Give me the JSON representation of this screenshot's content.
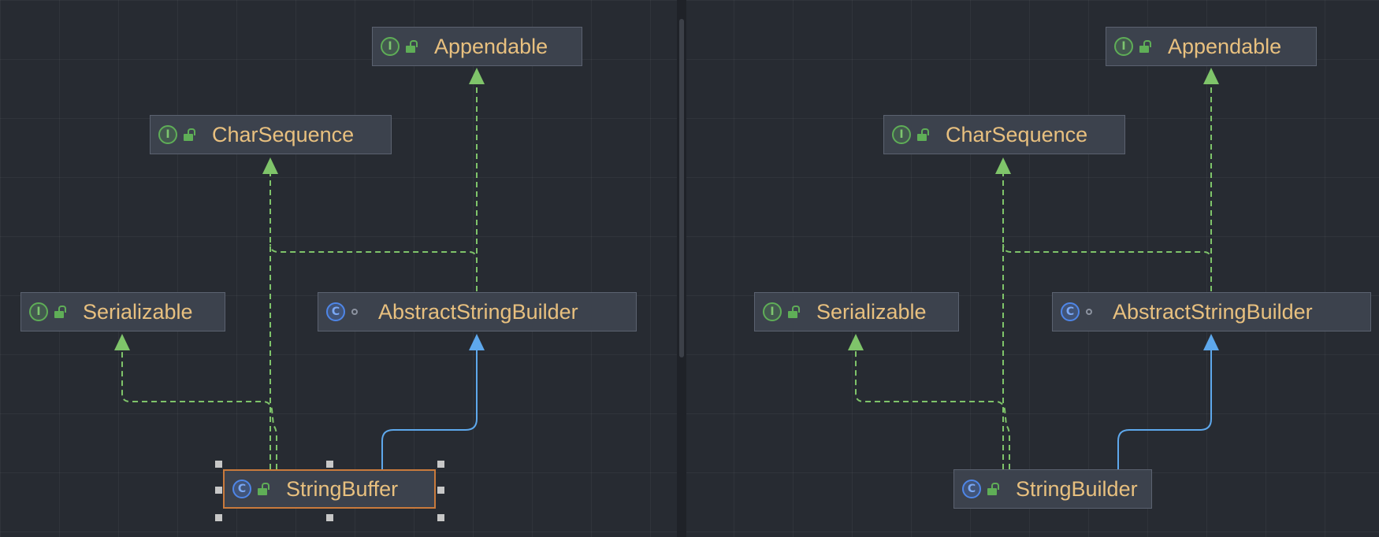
{
  "panes": {
    "left": {
      "nodes": {
        "appendable": {
          "kind": "interface",
          "badge": "I",
          "icon": "public-lock-icon",
          "label": "Appendable"
        },
        "charsequence": {
          "kind": "interface",
          "badge": "I",
          "icon": "public-lock-icon",
          "label": "CharSequence"
        },
        "serializable": {
          "kind": "interface",
          "badge": "I",
          "icon": "public-lock-icon",
          "label": "Serializable"
        },
        "abstractstringbuilder": {
          "kind": "class",
          "badge": "C",
          "icon": "package-private-dot-icon",
          "label": "AbstractStringBuilder"
        },
        "subject": {
          "kind": "class",
          "badge": "C",
          "icon": "public-lock-icon",
          "label": "StringBuffer",
          "selected": true
        }
      }
    },
    "right": {
      "nodes": {
        "appendable": {
          "kind": "interface",
          "badge": "I",
          "icon": "public-lock-icon",
          "label": "Appendable"
        },
        "charsequence": {
          "kind": "interface",
          "badge": "I",
          "icon": "public-lock-icon",
          "label": "CharSequence"
        },
        "serializable": {
          "kind": "interface",
          "badge": "I",
          "icon": "public-lock-icon",
          "label": "Serializable"
        },
        "abstractstringbuilder": {
          "kind": "class",
          "badge": "C",
          "icon": "package-private-dot-icon",
          "label": "AbstractStringBuilder"
        },
        "subject": {
          "kind": "class",
          "badge": "C",
          "icon": "public-lock-icon",
          "label": "StringBuilder",
          "selected": false
        }
      }
    }
  },
  "colors": {
    "background": "#272b32",
    "node_fill": "#3c424d",
    "node_text": "#e8c07f",
    "implements_edge": "#7fc46a",
    "extends_edge": "#5ea8ec",
    "selection_border": "#c97a3c"
  }
}
